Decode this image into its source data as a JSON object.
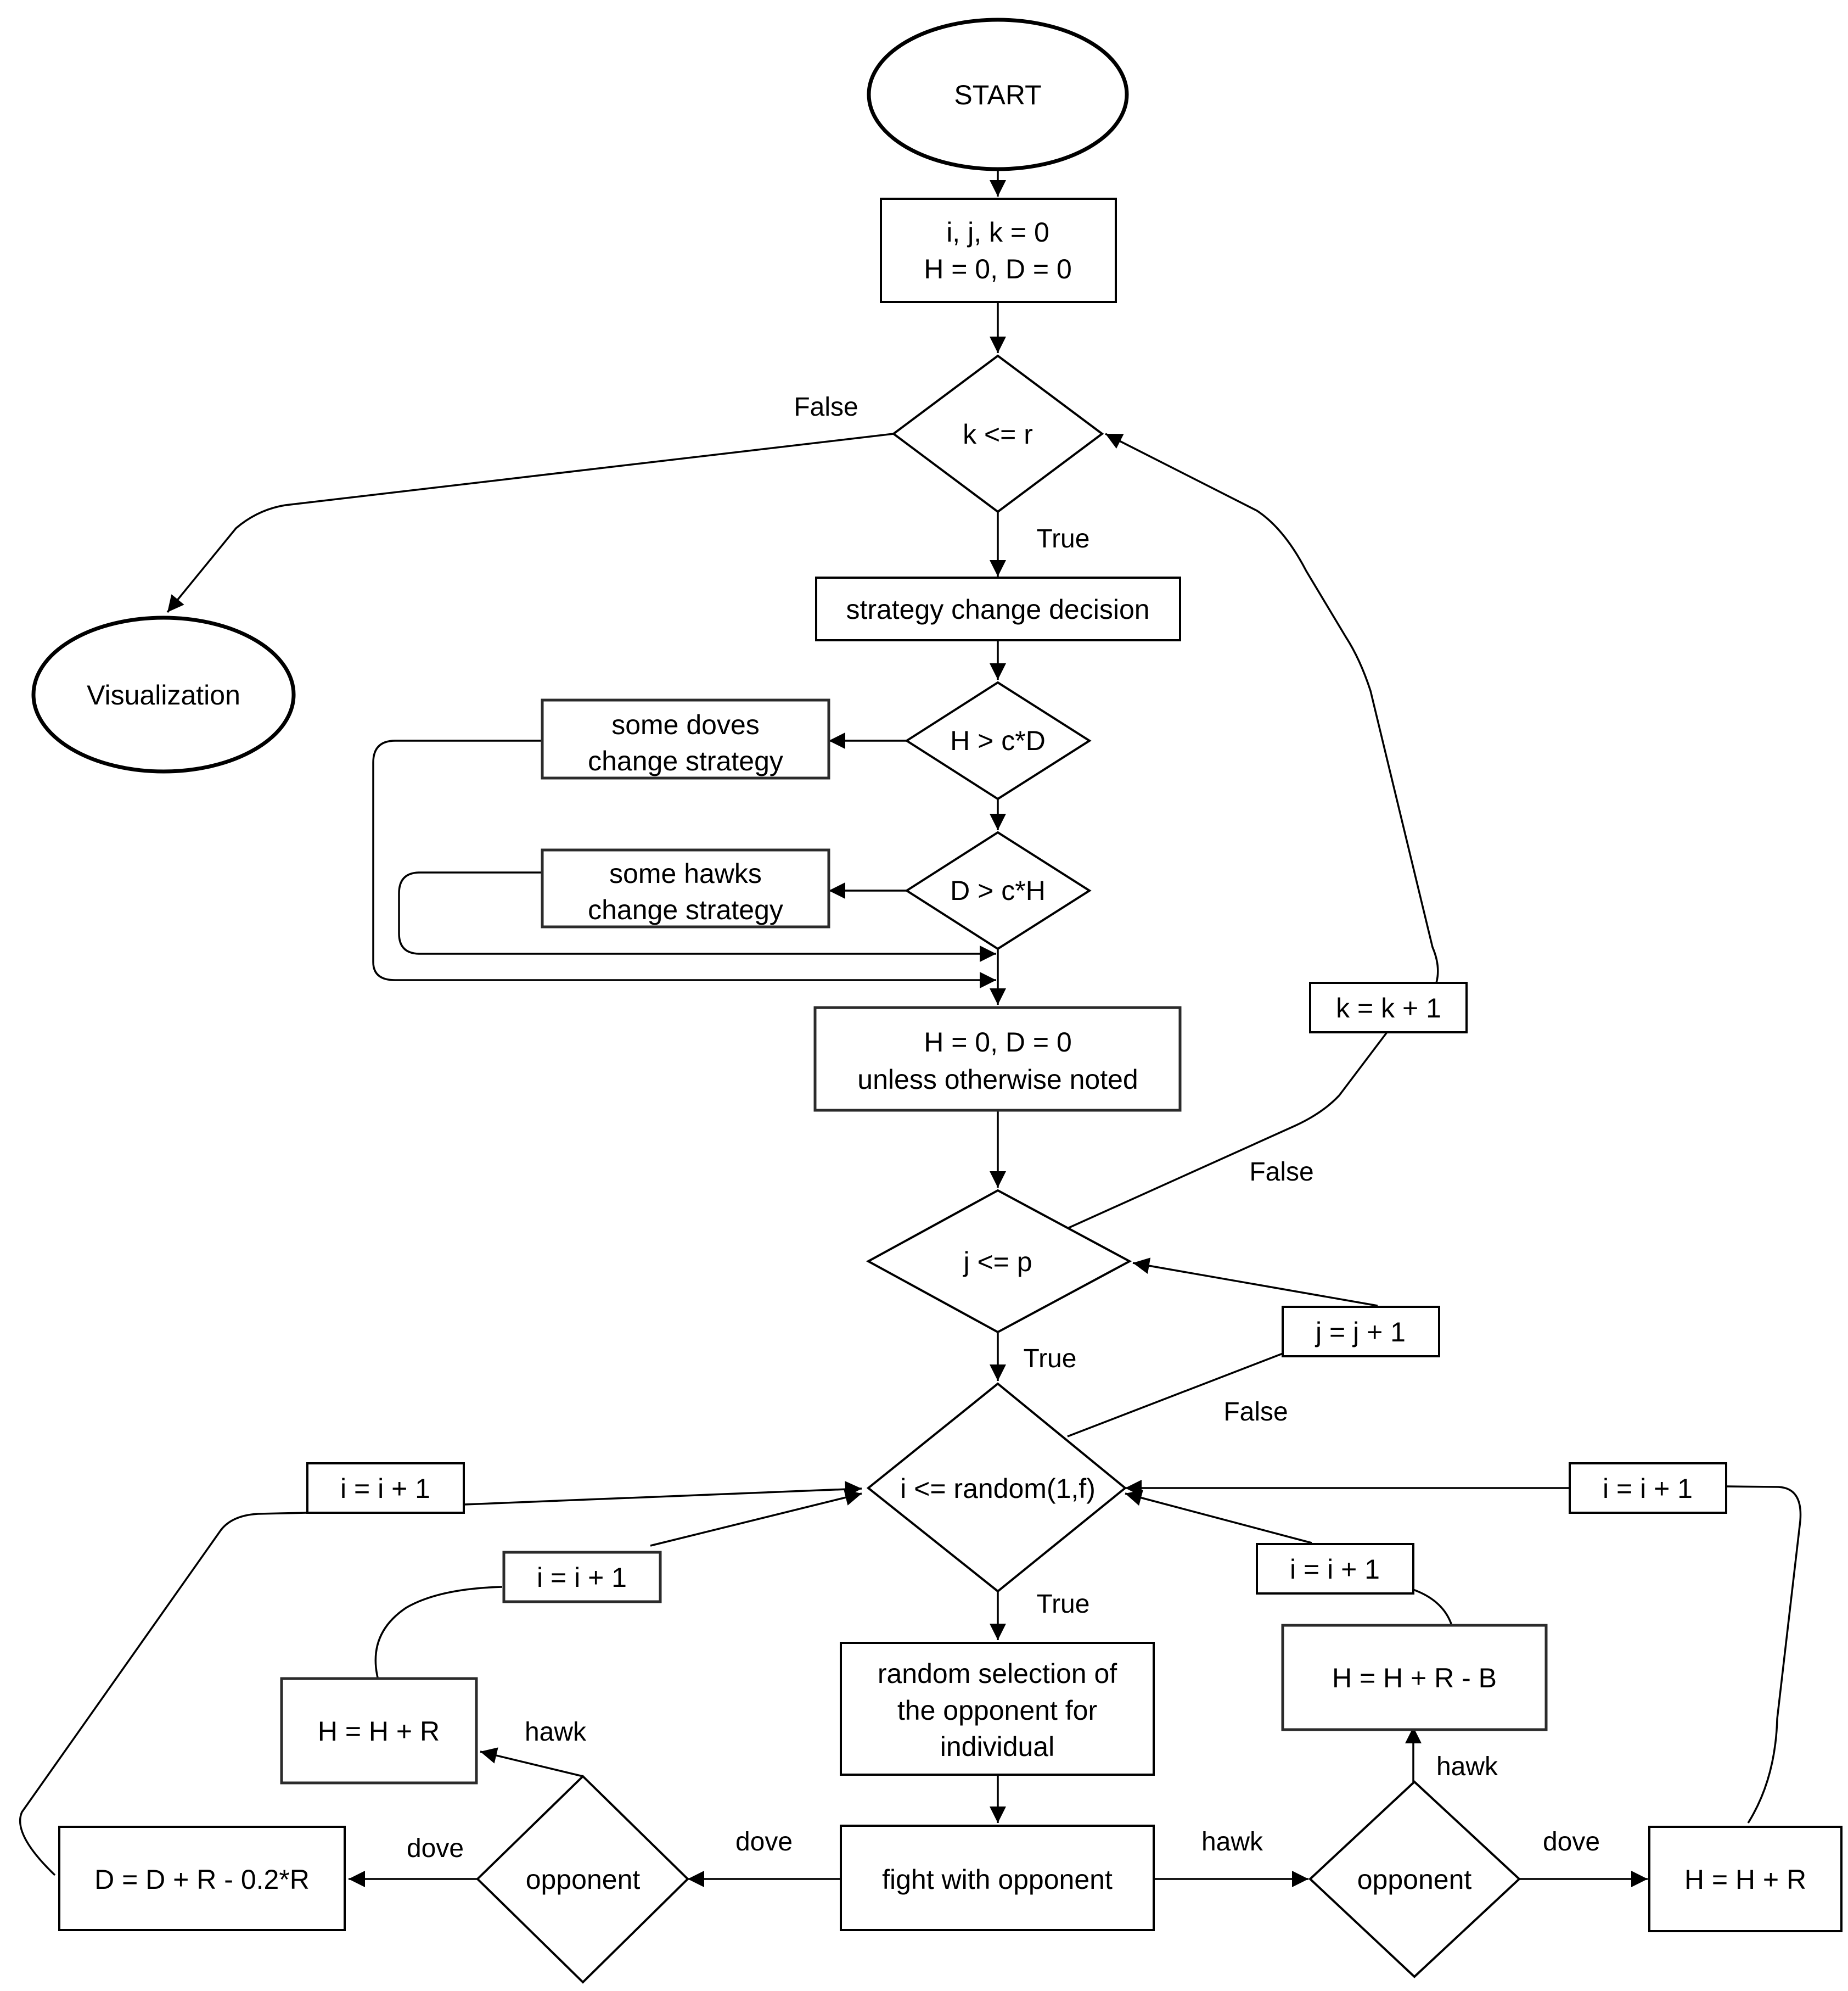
{
  "nodes": {
    "start": "START",
    "init_1": "i, j, k = 0",
    "init_2": "H = 0, D = 0",
    "dec_k": "k <= r",
    "visualization": "Visualization",
    "strategy": "strategy change decision",
    "dec_h": "H > c*D",
    "doves_1": "some doves",
    "doves_2": "change strategy",
    "dec_d": "D > c*H",
    "hawks_1": "some hawks",
    "hawks_2": "change strategy",
    "reset_1": "H = 0, D = 0",
    "reset_2": "unless otherwise noted",
    "k_inc": "k = k + 1",
    "dec_j": "j <= p",
    "j_inc": "j = j + 1",
    "dec_i": "i <= random(1,f)",
    "i_inc_far_left": "i = i + 1",
    "i_inc_left": "i = i + 1",
    "i_inc_right": "i = i + 1",
    "i_inc_far_right": "i = i + 1",
    "select_1": "random selection of",
    "select_2": "the opponent for",
    "select_3": "individual",
    "fight": "fight with opponent",
    "opp_left": "opponent",
    "opp_right": "opponent",
    "h_hr_left": "H = H + R",
    "d_calc": "D = D + R - 0.2*R",
    "h_hrb": "H = H + R - B",
    "h_hr_right": "H = H + R"
  },
  "edge_labels": {
    "k_false": "False",
    "k_true": "True",
    "j_false": "False",
    "j_true": "True",
    "i_false": "False",
    "i_true": "True",
    "opp_left_hawk": "hawk",
    "opp_left_dove": "dove",
    "fight_dove": "dove",
    "fight_hawk": "hawk",
    "opp_right_hawk": "hawk",
    "opp_right_dove": "dove"
  }
}
